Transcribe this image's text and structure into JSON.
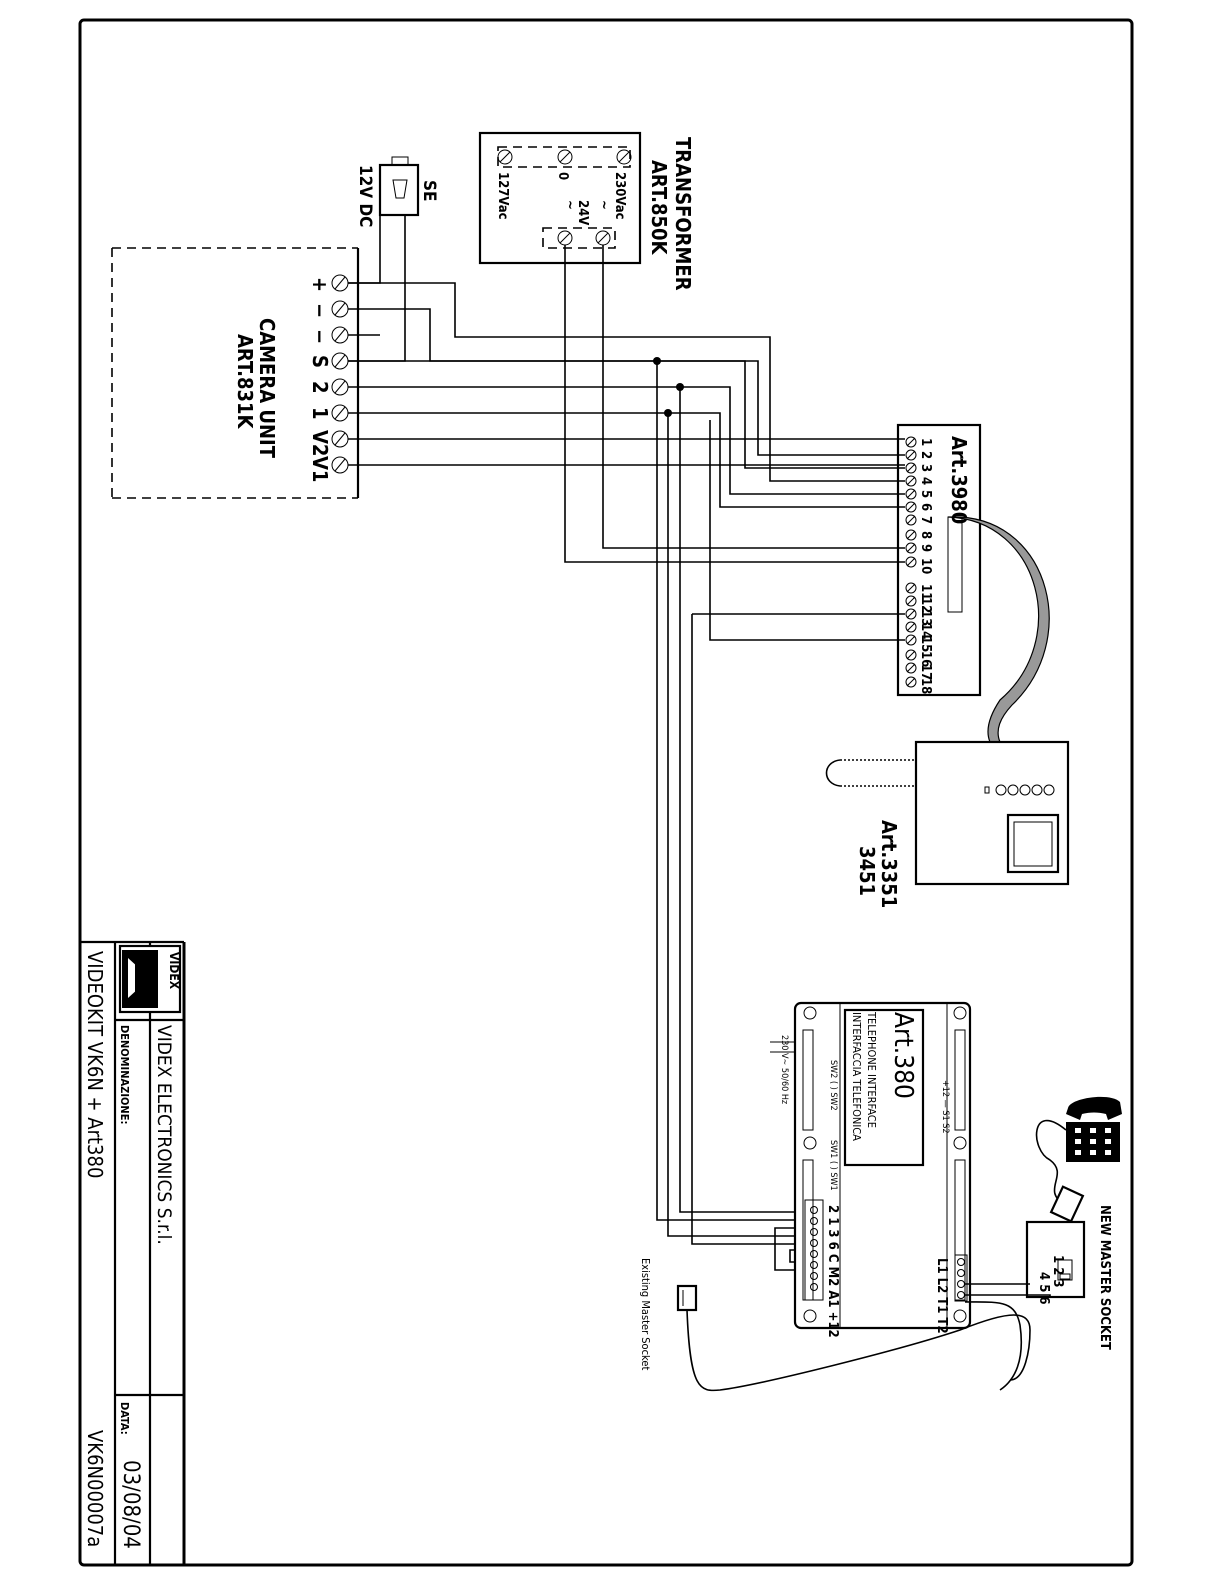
{
  "camera": {
    "title_line1": "CAMERA UNIT",
    "title_line2": "ART.831K",
    "terminals": [
      "+",
      "−",
      "−",
      "S",
      "2",
      "1",
      "V2",
      "V1"
    ]
  },
  "lock": {
    "label": "SE",
    "voltage": "12V DC"
  },
  "transformer": {
    "title_line1": "TRANSFORMER",
    "title_line2": "ART.850K",
    "tap_230": "230Vac",
    "tap_0": "0",
    "tap_127": "127Vac",
    "out_24": "24V"
  },
  "bus_module": {
    "title": "Art.3980",
    "terminals": [
      "1",
      "2",
      "3",
      "4",
      "5",
      "6",
      "7",
      "8",
      "9",
      "10",
      "11",
      "12",
      "13",
      "14",
      "15",
      "16",
      "17",
      "18"
    ]
  },
  "monitor": {
    "title_line1": "Art.3351",
    "title_line2": "3451"
  },
  "interface": {
    "title": "Art.380",
    "desc_en": "TELEPHONE INTERFACE",
    "desc_it": "INTERFACCIA TELEFONICA",
    "terminals_left": "2 1 3 6 C M2 A1 +12",
    "terminals_right": "L1 L2 T1 T2",
    "mains": "230 V~ 50/60 Hz"
  },
  "sockets": {
    "new": "NEW MASTER SOCKET",
    "existing": "Existing Master Socket",
    "pins_a": "1 2 3",
    "pins_b": "4 5 6"
  },
  "title_block": {
    "company": "VIDEX ELECTRONICS S.r.l.",
    "logo_text": "VIDEX",
    "denominazione_label": "DENOMINAZIONE:",
    "name": "VIDEOKIT VK6N + Art380",
    "data_label": "DATA:",
    "date": "03/08/04",
    "code": "VK6N00007a"
  }
}
